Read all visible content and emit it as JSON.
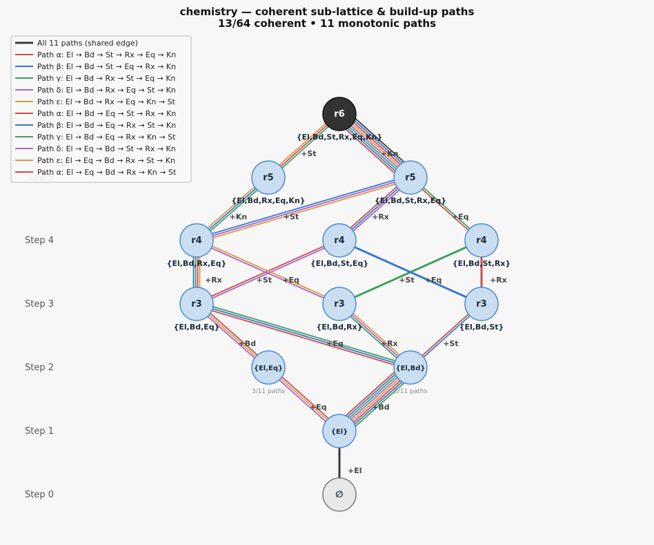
{
  "title": "chemistry — coherent sub-lattice & build-up paths",
  "subtitle": "13/64 coherent  •  11 monotonic paths",
  "colors": {
    "red": "#cc4c4c",
    "blue": "#3a78c9",
    "green": "#3f9f5f",
    "purple": "#a862c6",
    "orange": "#da9545",
    "dark": "#3a3a3a",
    "node_fill": "#c9def0",
    "node_stroke": "#4a8ad0",
    "top_fill": "#333333"
  },
  "steps": [
    "Step 0",
    "Step 1",
    "Step 2",
    "Step 3",
    "Step 4",
    "Step 5"
  ],
  "nodes": [
    {
      "id": "empty",
      "label": "∅",
      "set": "",
      "count": "",
      "kind": "empty"
    },
    {
      "id": "el",
      "label": "{El}",
      "set": "",
      "count": "",
      "kind": "normal"
    },
    {
      "id": "eleq",
      "label": "{El,Eq}",
      "set": "",
      "count": "3/11 paths",
      "kind": "normal"
    },
    {
      "id": "elbd",
      "label": "{El,Bd}",
      "set": "",
      "count": "8/11 paths",
      "kind": "normal"
    },
    {
      "id": "r3a",
      "label": "r3",
      "set": "{El,Bd,Eq}",
      "count": "",
      "kind": "normal"
    },
    {
      "id": "r3b",
      "label": "r3",
      "set": "{El,Bd,Rx}",
      "count": "",
      "kind": "normal"
    },
    {
      "id": "r3c",
      "label": "r3",
      "set": "{El,Bd,St}",
      "count": "",
      "kind": "normal"
    },
    {
      "id": "r4a",
      "label": "r4",
      "set": "{El,Bd,Rx,Eq}",
      "count": "",
      "kind": "normal"
    },
    {
      "id": "r4b",
      "label": "r4",
      "set": "{El,Bd,St,Eq}",
      "count": "",
      "kind": "normal"
    },
    {
      "id": "r4c",
      "label": "r4",
      "set": "{El,Bd,St,Rx}",
      "count": "",
      "kind": "normal"
    },
    {
      "id": "r5a",
      "label": "r5",
      "set": "{El,Bd,Rx,Eq,Kn}",
      "count": "",
      "kind": "normal"
    },
    {
      "id": "r5b",
      "label": "r5",
      "set": "{El,Bd,St,Rx,Eq}",
      "count": "",
      "kind": "normal"
    },
    {
      "id": "r6",
      "label": "r6",
      "set": "{El,Bd,St,Rx,Eq,Kn}",
      "count": "",
      "kind": "top"
    }
  ],
  "edges": [
    {
      "from": "empty",
      "to": "el",
      "label": "+El",
      "colors": [
        "dark"
      ]
    },
    {
      "from": "el",
      "to": "eleq",
      "label": "+Eq",
      "colors": [
        "purple",
        "orange",
        "red"
      ]
    },
    {
      "from": "el",
      "to": "elbd",
      "label": "+Bd",
      "colors": [
        "red",
        "blue",
        "green",
        "purple",
        "orange",
        "red",
        "blue",
        "green"
      ]
    },
    {
      "from": "eleq",
      "to": "r3a",
      "label": "+Bd",
      "colors": [
        "purple",
        "orange",
        "red"
      ]
    },
    {
      "from": "elbd",
      "to": "r3a",
      "label": "+Eq",
      "colors": [
        "red",
        "blue",
        "green"
      ]
    },
    {
      "from": "elbd",
      "to": "r3b",
      "label": "+Rx",
      "colors": [
        "green",
        "purple",
        "orange"
      ]
    },
    {
      "from": "elbd",
      "to": "r3c",
      "label": "+St",
      "colors": [
        "red",
        "blue"
      ]
    },
    {
      "from": "r3a",
      "to": "r4a",
      "label": "+Rx",
      "colors": [
        "blue",
        "green",
        "red",
        "orange"
      ]
    },
    {
      "from": "r3a",
      "to": "r4b",
      "label": "+St",
      "colors": [
        "red",
        "purple"
      ]
    },
    {
      "from": "r3b",
      "to": "r4a",
      "label": "+Eq",
      "colors": [
        "purple",
        "orange"
      ]
    },
    {
      "from": "r3b",
      "to": "r4c",
      "label": "+St",
      "colors": [
        "green"
      ]
    },
    {
      "from": "r3c",
      "to": "r4b",
      "label": "+Eq",
      "colors": [
        "blue"
      ]
    },
    {
      "from": "r3c",
      "to": "r4c",
      "label": "+Rx",
      "colors": [
        "red"
      ]
    },
    {
      "from": "r4a",
      "to": "r5a",
      "label": "+Kn",
      "colors": [
        "orange",
        "blue",
        "green"
      ]
    },
    {
      "from": "r4a",
      "to": "r5b",
      "label": "+St",
      "colors": [
        "blue",
        "purple",
        "orange"
      ]
    },
    {
      "from": "r4b",
      "to": "r5b",
      "label": "+Rx",
      "colors": [
        "red",
        "blue",
        "purple"
      ]
    },
    {
      "from": "r4c",
      "to": "r5b",
      "label": "+Eq",
      "colors": [
        "red",
        "green"
      ]
    },
    {
      "from": "r5a",
      "to": "r6",
      "label": "+St",
      "colors": [
        "orange",
        "red",
        "green"
      ]
    },
    {
      "from": "r5b",
      "to": "r6",
      "label": "+Kn",
      "colors": [
        "red",
        "blue",
        "green",
        "purple",
        "orange",
        "red",
        "blue",
        "dark"
      ]
    }
  ],
  "legend": [
    {
      "label": "All 11 paths (shared edge)",
      "color": "dark"
    },
    {
      "label": "Path α: El → Bd → St → Rx → Eq → Kn",
      "color": "red"
    },
    {
      "label": "Path β: El → Bd → St → Eq → Rx → Kn",
      "color": "blue"
    },
    {
      "label": "Path γ: El → Bd → Rx → St → Eq → Kn",
      "color": "green"
    },
    {
      "label": "Path δ: El → Bd → Rx → Eq → St → Kn",
      "color": "purple"
    },
    {
      "label": "Path ε: El → Bd → Rx → Eq → Kn → St",
      "color": "orange"
    },
    {
      "label": "Path α: El → Bd → Eq → St → Rx → Kn",
      "color": "red"
    },
    {
      "label": "Path β: El → Bd → Eq → Rx → St → Kn",
      "color": "blue"
    },
    {
      "label": "Path γ: El → Bd → Eq → Rx → Kn → St",
      "color": "green"
    },
    {
      "label": "Path δ: El → Eq → Bd → St → Rx → Kn",
      "color": "purple"
    },
    {
      "label": "Path ε: El → Eq → Bd → Rx → St → Kn",
      "color": "orange"
    },
    {
      "label": "Path α: El → Eq → Bd → Rx → Kn → St",
      "color": "red"
    }
  ]
}
